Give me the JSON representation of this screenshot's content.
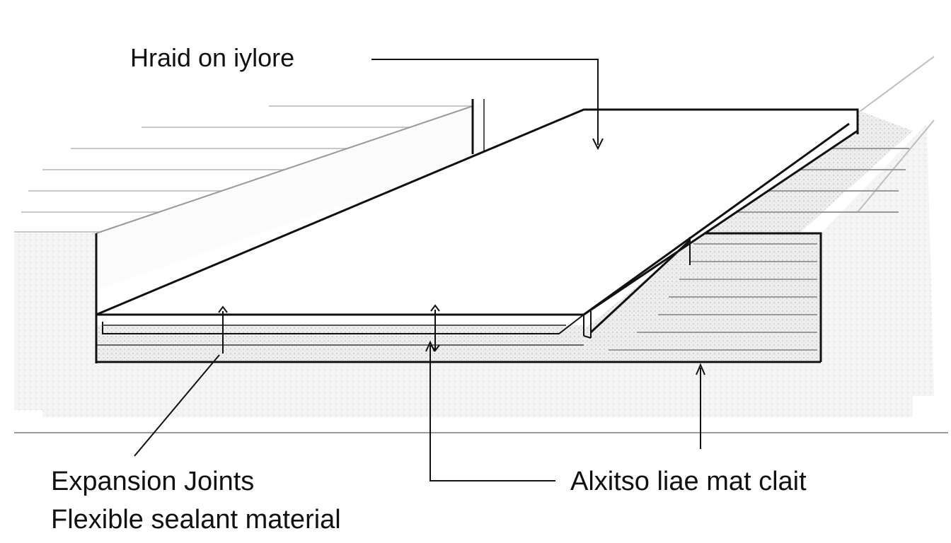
{
  "labels": {
    "top_label": "Hraid on iylore",
    "expansion_joints": "Expansion  Joints",
    "sealant": "Flexible sealant material",
    "right_label": "Alxitso liae mat clait"
  },
  "colors": {
    "ink": "#111111",
    "shade": "#d9d9d9",
    "background": "#ffffff"
  }
}
